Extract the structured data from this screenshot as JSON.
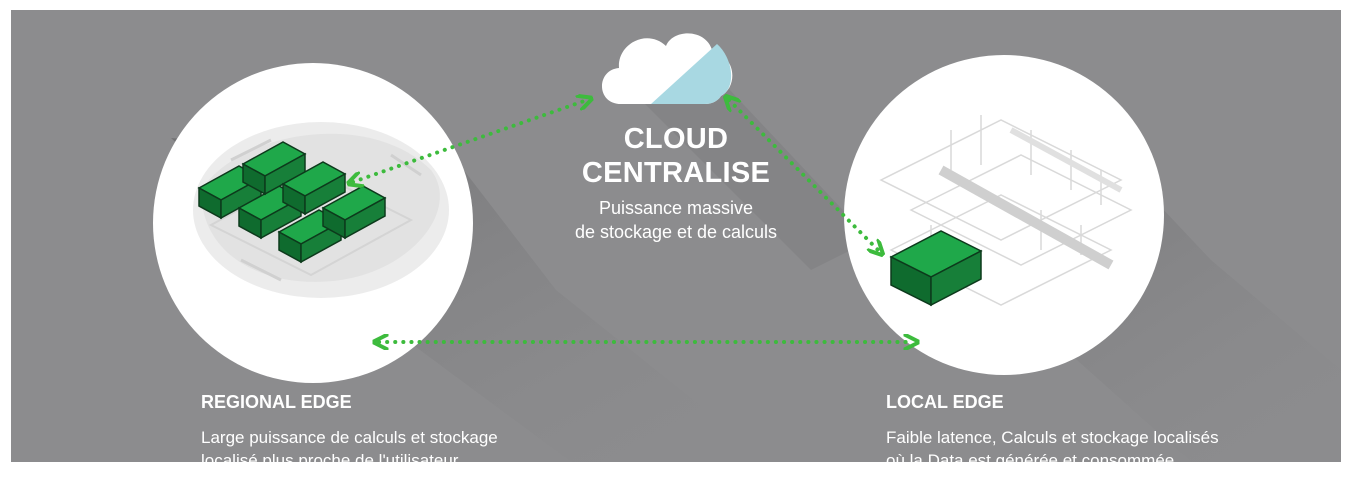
{
  "cloud": {
    "title_line1": "CLOUD",
    "title_line2": "CENTRALISE",
    "desc_line1": "Puissance massive",
    "desc_line2": "de stockage et de calculs",
    "icon": "cloud-icon"
  },
  "regional_edge": {
    "title": "REGIONAL EDGE",
    "desc_line1": "Large puissance de calculs et stockage",
    "desc_line2": "localisé plus proche de l'utilisateur",
    "icon": "server-farm-icon"
  },
  "local_edge": {
    "title": "LOCAL EDGE",
    "desc_line1": "Faible latence, Calculs et stockage localisés",
    "desc_line2": "où la Data est générée et consommée",
    "icon": "server-rack-icon"
  },
  "colors": {
    "background": "#8c8c8e",
    "connector": "#3dbb3d",
    "server": "#1fa84a",
    "cloud_fill": "#a8d8e2",
    "text": "#ffffff"
  }
}
